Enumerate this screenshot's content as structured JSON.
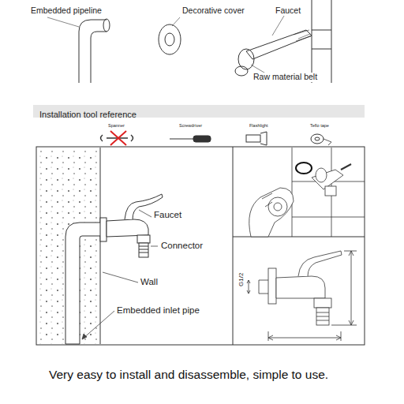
{
  "diagram": {
    "caption": "Very easy to install and disassemble, simple to use.",
    "nodes": [
      {
        "text": [
          "Installation tool reference"
        ]
      }
    ],
    "labels": [
      "Embedded pipeline",
      "Decorative cover",
      "Faucet",
      "Raw material belt",
      "Spanner",
      "Screwdriver",
      "Flashlight",
      "Teflo tape",
      "Faucet",
      "Connector",
      "Wall",
      "Embedded inlet pipe",
      "G1/2"
    ]
  }
}
